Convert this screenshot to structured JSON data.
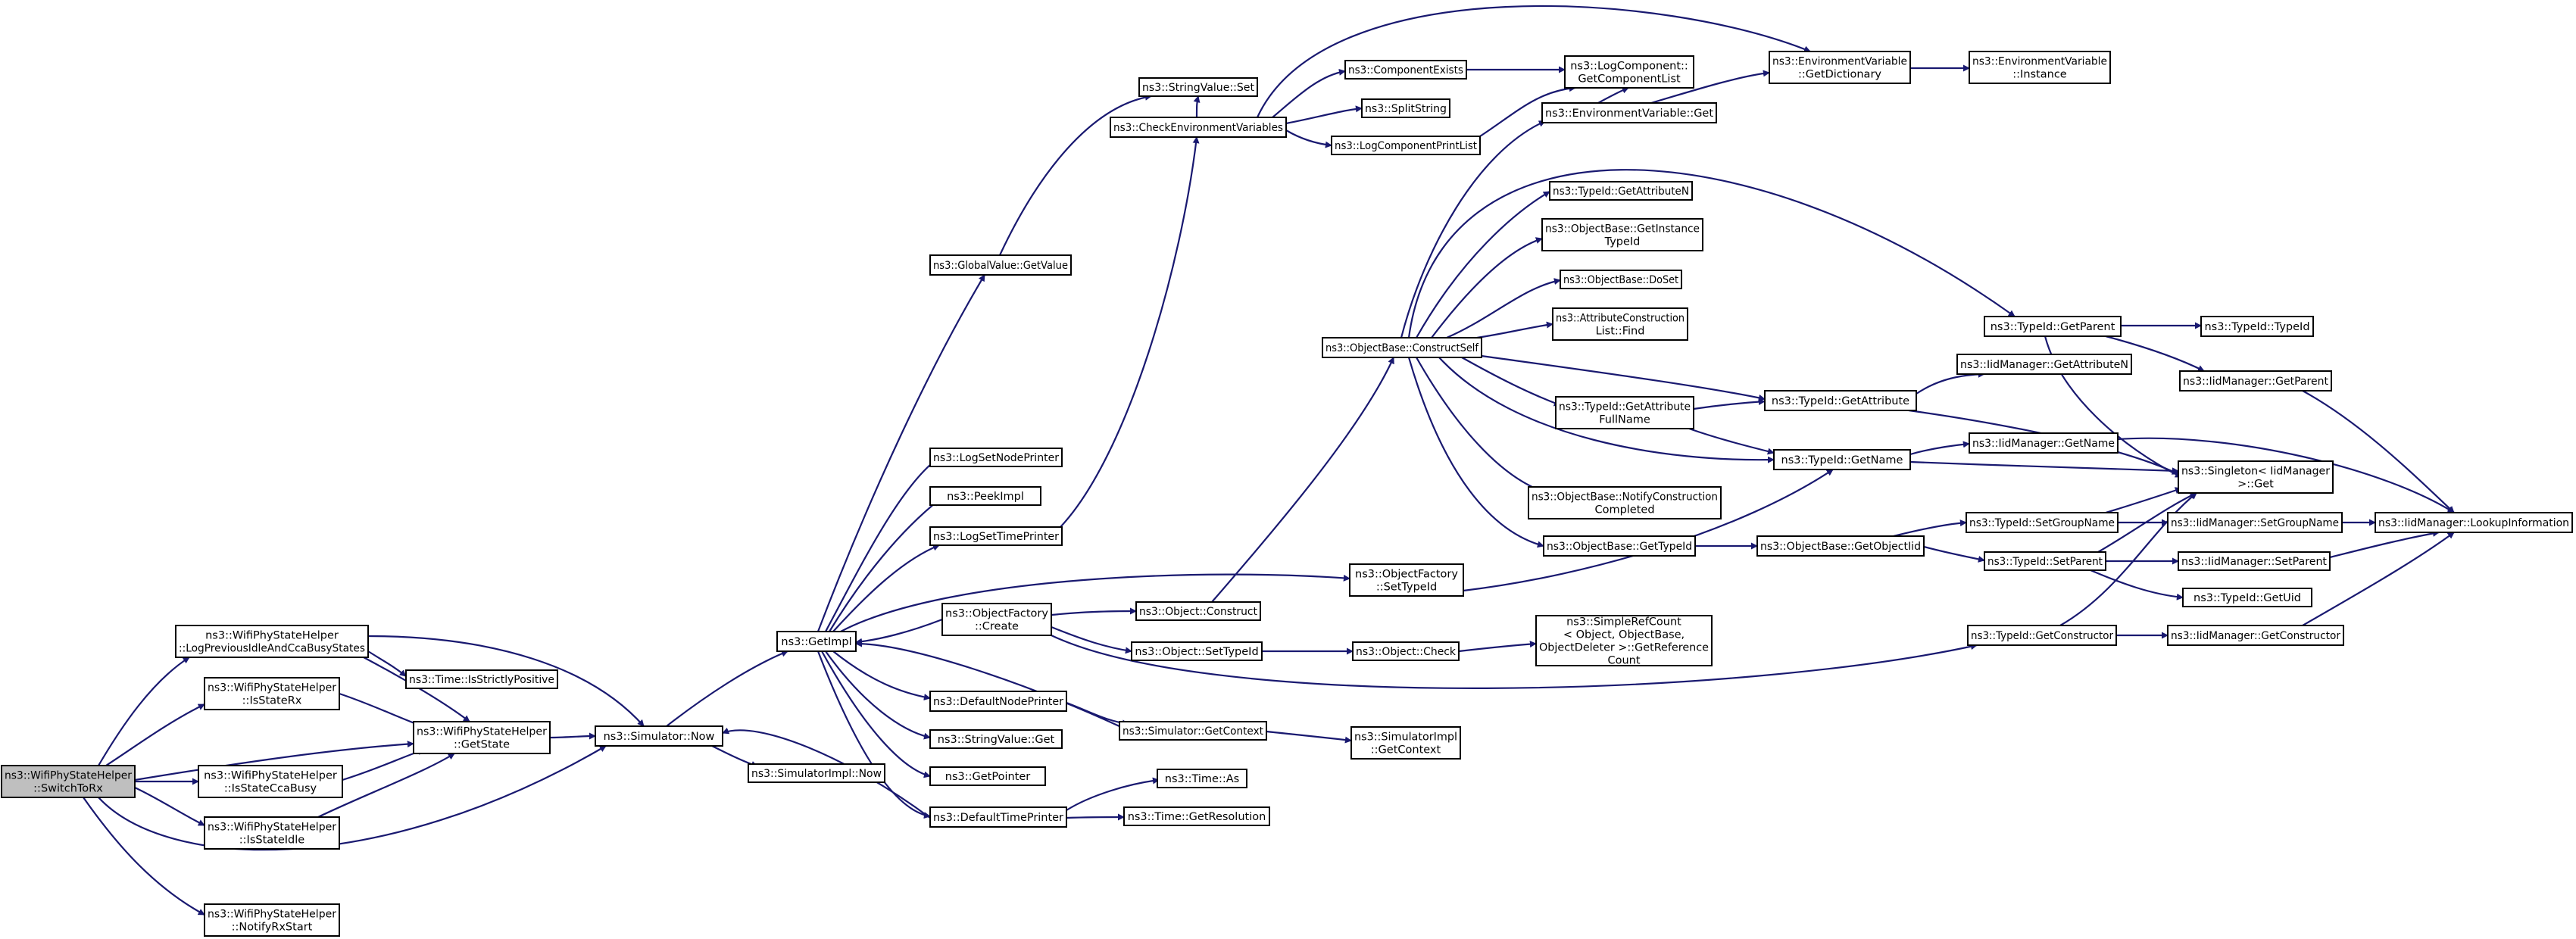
{
  "diagram": {
    "title": "",
    "colors": {
      "edge": "#191970",
      "node_border": "#000000",
      "node_fill": "#ffffff",
      "root_fill": "#bfbfbf"
    },
    "nodes": [
      {
        "id": "switch",
        "lines": [
          "ns3::WifiPhyStateHelper",
          "::SwitchToRx"
        ],
        "root": true
      },
      {
        "id": "logprev",
        "lines": [
          "ns3::WifiPhyStateHelper",
          "::LogPreviousIdleAndCcaBusyStates"
        ]
      },
      {
        "id": "isrx",
        "lines": [
          "ns3::WifiPhyStateHelper",
          "::IsStateRx"
        ]
      },
      {
        "id": "isccabusy",
        "lines": [
          "ns3::WifiPhyStateHelper",
          "::IsStateCcaBusy"
        ]
      },
      {
        "id": "isidle",
        "lines": [
          "ns3::WifiPhyStateHelper",
          "::IsStateIdle"
        ]
      },
      {
        "id": "notifyrx",
        "lines": [
          "ns3::WifiPhyStateHelper",
          "::NotifyRxStart"
        ]
      },
      {
        "id": "timepos",
        "lines": [
          "ns3::Time::IsStrictlyPositive"
        ]
      },
      {
        "id": "getstate",
        "lines": [
          "ns3::WifiPhyStateHelper",
          "::GetState"
        ]
      },
      {
        "id": "simnow",
        "lines": [
          "ns3::Simulator::Now"
        ]
      },
      {
        "id": "getimpl",
        "lines": [
          "ns3::GetImpl"
        ]
      },
      {
        "id": "simimplnow",
        "lines": [
          "ns3::SimulatorImpl::Now"
        ]
      },
      {
        "id": "globalget",
        "lines": [
          "ns3::GlobalValue::GetValue"
        ]
      },
      {
        "id": "lognodeprinter",
        "lines": [
          "ns3::LogSetNodePrinter"
        ]
      },
      {
        "id": "peekimpl",
        "lines": [
          "ns3::PeekImpl"
        ]
      },
      {
        "id": "logtimeprinter",
        "lines": [
          "ns3::LogSetTimePrinter"
        ]
      },
      {
        "id": "objfactcreate",
        "lines": [
          "ns3::ObjectFactory",
          "::Create"
        ]
      },
      {
        "id": "defnodeprinter",
        "lines": [
          "ns3::DefaultNodePrinter"
        ]
      },
      {
        "id": "stringget",
        "lines": [
          "ns3::StringValue::Get"
        ]
      },
      {
        "id": "getpointer",
        "lines": [
          "ns3::GetPointer"
        ]
      },
      {
        "id": "deftimeprinter",
        "lines": [
          "ns3::DefaultTimePrinter"
        ]
      },
      {
        "id": "stringset",
        "lines": [
          "ns3::StringValue::Set"
        ]
      },
      {
        "id": "checkenv",
        "lines": [
          "ns3::CheckEnvironmentVariables"
        ]
      },
      {
        "id": "objconstruct",
        "lines": [
          "ns3::Object::Construct"
        ]
      },
      {
        "id": "objsettypeid",
        "lines": [
          "ns3::Object::SetTypeId"
        ]
      },
      {
        "id": "simgetcontext",
        "lines": [
          "ns3::Simulator::GetContext"
        ]
      },
      {
        "id": "timeas",
        "lines": [
          "ns3::Time::As"
        ]
      },
      {
        "id": "timegetres",
        "lines": [
          "ns3::Time::GetResolution"
        ]
      },
      {
        "id": "compexists",
        "lines": [
          "ns3::ComponentExists"
        ]
      },
      {
        "id": "splitstring",
        "lines": [
          "ns3::SplitString"
        ]
      },
      {
        "id": "logcompprint",
        "lines": [
          "ns3::LogComponentPrintList"
        ]
      },
      {
        "id": "objfactsettid",
        "lines": [
          "ns3::ObjectFactory",
          "::SetTypeId"
        ]
      },
      {
        "id": "objcheck",
        "lines": [
          "ns3::Object::Check"
        ]
      },
      {
        "id": "simimplgetctx",
        "lines": [
          "ns3::SimulatorImpl",
          "::GetContext"
        ]
      },
      {
        "id": "constructself",
        "lines": [
          "ns3::ObjectBase::ConstructSelf"
        ]
      },
      {
        "id": "logcompget",
        "lines": [
          "ns3::LogComponent::",
          "GetComponentList"
        ]
      },
      {
        "id": "envget",
        "lines": [
          "ns3::EnvironmentVariable::Get"
        ]
      },
      {
        "id": "tidgetattrn",
        "lines": [
          "ns3::TypeId::GetAttributeN"
        ]
      },
      {
        "id": "getinsttid",
        "lines": [
          "ns3::ObjectBase::GetInstance",
          "TypeId"
        ]
      },
      {
        "id": "doset",
        "lines": [
          "ns3::ObjectBase::DoSet"
        ]
      },
      {
        "id": "attrfind",
        "lines": [
          "ns3::AttributeConstruction",
          "List::Find"
        ]
      },
      {
        "id": "tidgetattrfull",
        "lines": [
          "ns3::TypeId::GetAttribute",
          "FullName"
        ]
      },
      {
        "id": "notifyconst",
        "lines": [
          "ns3::ObjectBase::NotifyConstruction",
          "Completed"
        ]
      },
      {
        "id": "objbgettid",
        "lines": [
          "ns3::ObjectBase::GetTypeId"
        ]
      },
      {
        "id": "simplerefcount",
        "lines": [
          "ns3::SimpleRefCount",
          "< Object, ObjectBase,",
          "ObjectDeleter >::GetReference",
          "Count"
        ]
      },
      {
        "id": "envgetdict",
        "lines": [
          "ns3::EnvironmentVariable",
          "::GetDictionary"
        ]
      },
      {
        "id": "tidgetattr",
        "lines": [
          "ns3::TypeId::GetAttribute"
        ]
      },
      {
        "id": "tidgetname",
        "lines": [
          "ns3::TypeId::GetName"
        ]
      },
      {
        "id": "getobjtid",
        "lines": [
          "ns3::ObjectBase::GetObjectIid"
        ]
      },
      {
        "id": "envinstance",
        "lines": [
          "ns3::EnvironmentVariable",
          "::Instance"
        ]
      },
      {
        "id": "tidgetparent",
        "lines": [
          "ns3::TypeId::GetParent"
        ]
      },
      {
        "id": "iidgetattrn",
        "lines": [
          "ns3::IidManager::GetAttributeN"
        ]
      },
      {
        "id": "iidgetname",
        "lines": [
          "ns3::IidManager::GetName"
        ]
      },
      {
        "id": "tidsetgroup",
        "lines": [
          "ns3::TypeId::SetGroupName"
        ]
      },
      {
        "id": "tidsetparent",
        "lines": [
          "ns3::TypeId::SetParent"
        ]
      },
      {
        "id": "tidgetctor",
        "lines": [
          "ns3::TypeId::GetConstructor"
        ]
      },
      {
        "id": "tidtid",
        "lines": [
          "ns3::TypeId::TypeId"
        ]
      },
      {
        "id": "iidgetparent",
        "lines": [
          "ns3::IidManager::GetParent"
        ]
      },
      {
        "id": "singleton",
        "lines": [
          "ns3::Singleton< IidManager",
          ">::Get"
        ]
      },
      {
        "id": "iidsetgroup",
        "lines": [
          "ns3::IidManager::SetGroupName"
        ]
      },
      {
        "id": "iidsetparent",
        "lines": [
          "ns3::IidManager::SetParent"
        ]
      },
      {
        "id": "tidgetuid",
        "lines": [
          "ns3::TypeId::GetUid"
        ]
      },
      {
        "id": "iidgetctor",
        "lines": [
          "ns3::IidManager::GetConstructor"
        ]
      },
      {
        "id": "iidlookup",
        "lines": [
          "ns3::IidManager::LookupInformation"
        ]
      }
    ]
  }
}
